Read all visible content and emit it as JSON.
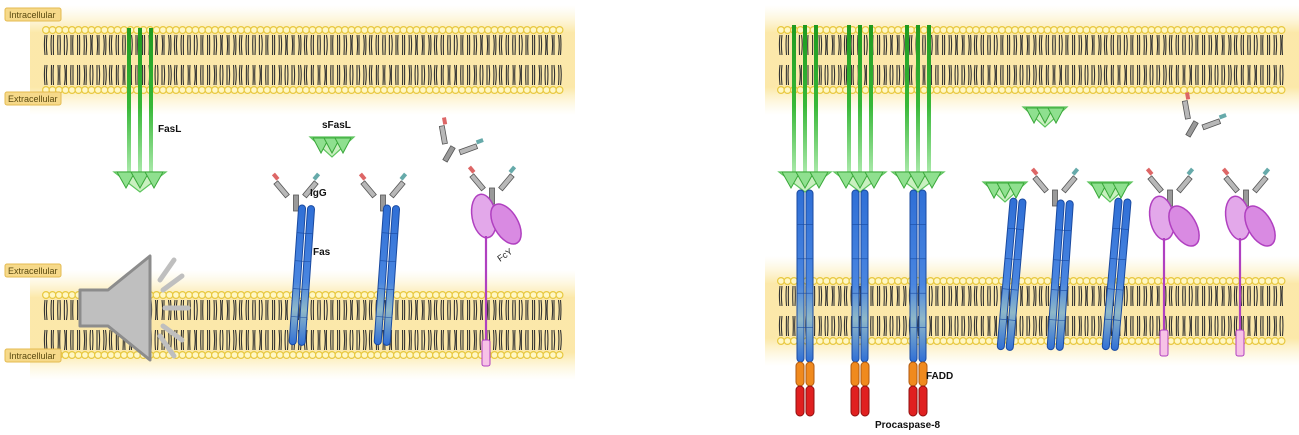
{
  "left_panel": {
    "top_membrane": {
      "inside_label": "Intracellular",
      "outside_label": "Extracellular"
    },
    "bottom_membrane": {
      "outside_label": "Extracellular",
      "inside_label": "Intracellular"
    },
    "labels": {
      "fasl": "FasL",
      "sfasl": "sFasL",
      "igg": "IgG",
      "fas": "Fas",
      "fcr": "FcY"
    }
  },
  "right_panel": {
    "labels": {
      "fadd": "FADD",
      "procaspase": "Procaspase-8"
    }
  },
  "colors": {
    "membrane_glow": "#fbe6a0",
    "lipid_head": "#e8c840",
    "lipid_tail": "#333333",
    "fasl": "#2aa62a",
    "fas": "#2f6fd6",
    "fcr": "#b040c0",
    "fadd": "#f08a1e",
    "procaspase": "#e02020"
  },
  "icons": [
    "speaker-icon"
  ]
}
